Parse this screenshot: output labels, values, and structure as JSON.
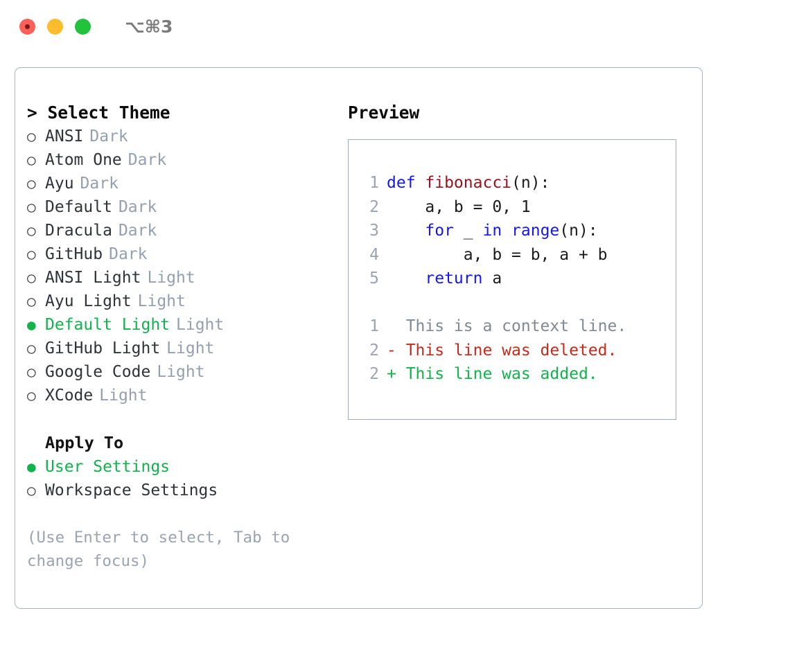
{
  "window": {
    "title": "⌥⌘3",
    "controls": [
      {
        "name": "close",
        "color": "#fb6159"
      },
      {
        "name": "minimize",
        "color": "#fcbc2e"
      },
      {
        "name": "zoom",
        "color": "#22c33c"
      }
    ]
  },
  "colors": {
    "accent_green": "#11b34a",
    "muted": "#94a0b0",
    "keyword_blue": "#1416f5",
    "function_red": "#9b111e",
    "diff_deleted": "#c62a1a",
    "diff_added": "#11b34a",
    "border": "#a9b4c2"
  },
  "theme_picker": {
    "heading": "> Select Theme",
    "marker_unselected": "○",
    "marker_selected": "●",
    "items": [
      {
        "marker": "○",
        "name": "ANSI",
        "suffix": "Dark",
        "selected": false
      },
      {
        "marker": "○",
        "name": "Atom One",
        "suffix": "Dark",
        "selected": false
      },
      {
        "marker": "○",
        "name": "Ayu",
        "suffix": "Dark",
        "selected": false
      },
      {
        "marker": "○",
        "name": "Default",
        "suffix": "Dark",
        "selected": false
      },
      {
        "marker": "○",
        "name": "Dracula",
        "suffix": "Dark",
        "selected": false
      },
      {
        "marker": "○",
        "name": "GitHub",
        "suffix": "Dark",
        "selected": false
      },
      {
        "marker": "○",
        "name": "ANSI Light",
        "suffix": "Light",
        "selected": false
      },
      {
        "marker": "○",
        "name": "Ayu Light",
        "suffix": "Light",
        "selected": false
      },
      {
        "marker": "●",
        "name": "Default Light",
        "suffix": "Light",
        "selected": true
      },
      {
        "marker": "○",
        "name": "GitHub Light",
        "suffix": "Light",
        "selected": false
      },
      {
        "marker": "○",
        "name": "Google Code",
        "suffix": "Light",
        "selected": false
      },
      {
        "marker": "○",
        "name": "XCode",
        "suffix": "Light",
        "selected": false
      }
    ]
  },
  "apply_to": {
    "heading": "Apply To",
    "items": [
      {
        "marker": "●",
        "name": "User Settings",
        "selected": true
      },
      {
        "marker": "○",
        "name": "Workspace Settings",
        "selected": false
      }
    ]
  },
  "help_text": "(Use Enter to select, Tab to change focus)",
  "preview": {
    "heading": "Preview",
    "code_lines": [
      {
        "lineno": "1",
        "tokens": [
          {
            "text": "def ",
            "kind": "kw"
          },
          {
            "text": "fibonacci",
            "kind": "fn"
          },
          {
            "text": "(n):",
            "kind": "plain"
          }
        ]
      },
      {
        "lineno": "2",
        "tokens": [
          {
            "text": "    a, b = 0, 1",
            "kind": "plain"
          }
        ]
      },
      {
        "lineno": "3",
        "tokens": [
          {
            "text": "    ",
            "kind": "plain"
          },
          {
            "text": "for",
            "kind": "kw"
          },
          {
            "text": " _ ",
            "kind": "plain"
          },
          {
            "text": "in range",
            "kind": "kw"
          },
          {
            "text": "(n):",
            "kind": "plain"
          }
        ]
      },
      {
        "lineno": "4",
        "tokens": [
          {
            "text": "        a, b = b, a + b",
            "kind": "plain"
          }
        ]
      },
      {
        "lineno": "5",
        "tokens": [
          {
            "text": "    ",
            "kind": "plain"
          },
          {
            "text": "return",
            "kind": "kw"
          },
          {
            "text": " a",
            "kind": "plain"
          }
        ]
      }
    ],
    "diff_lines": [
      {
        "lineno": "1",
        "tokens": [
          {
            "text": "  This is a context line.",
            "kind": "ctx"
          }
        ]
      },
      {
        "lineno": "2",
        "tokens": [
          {
            "text": "- This line was deleted.",
            "kind": "del"
          }
        ]
      },
      {
        "lineno": "2",
        "tokens": [
          {
            "text": "+ This line was added.",
            "kind": "add"
          }
        ]
      }
    ]
  }
}
